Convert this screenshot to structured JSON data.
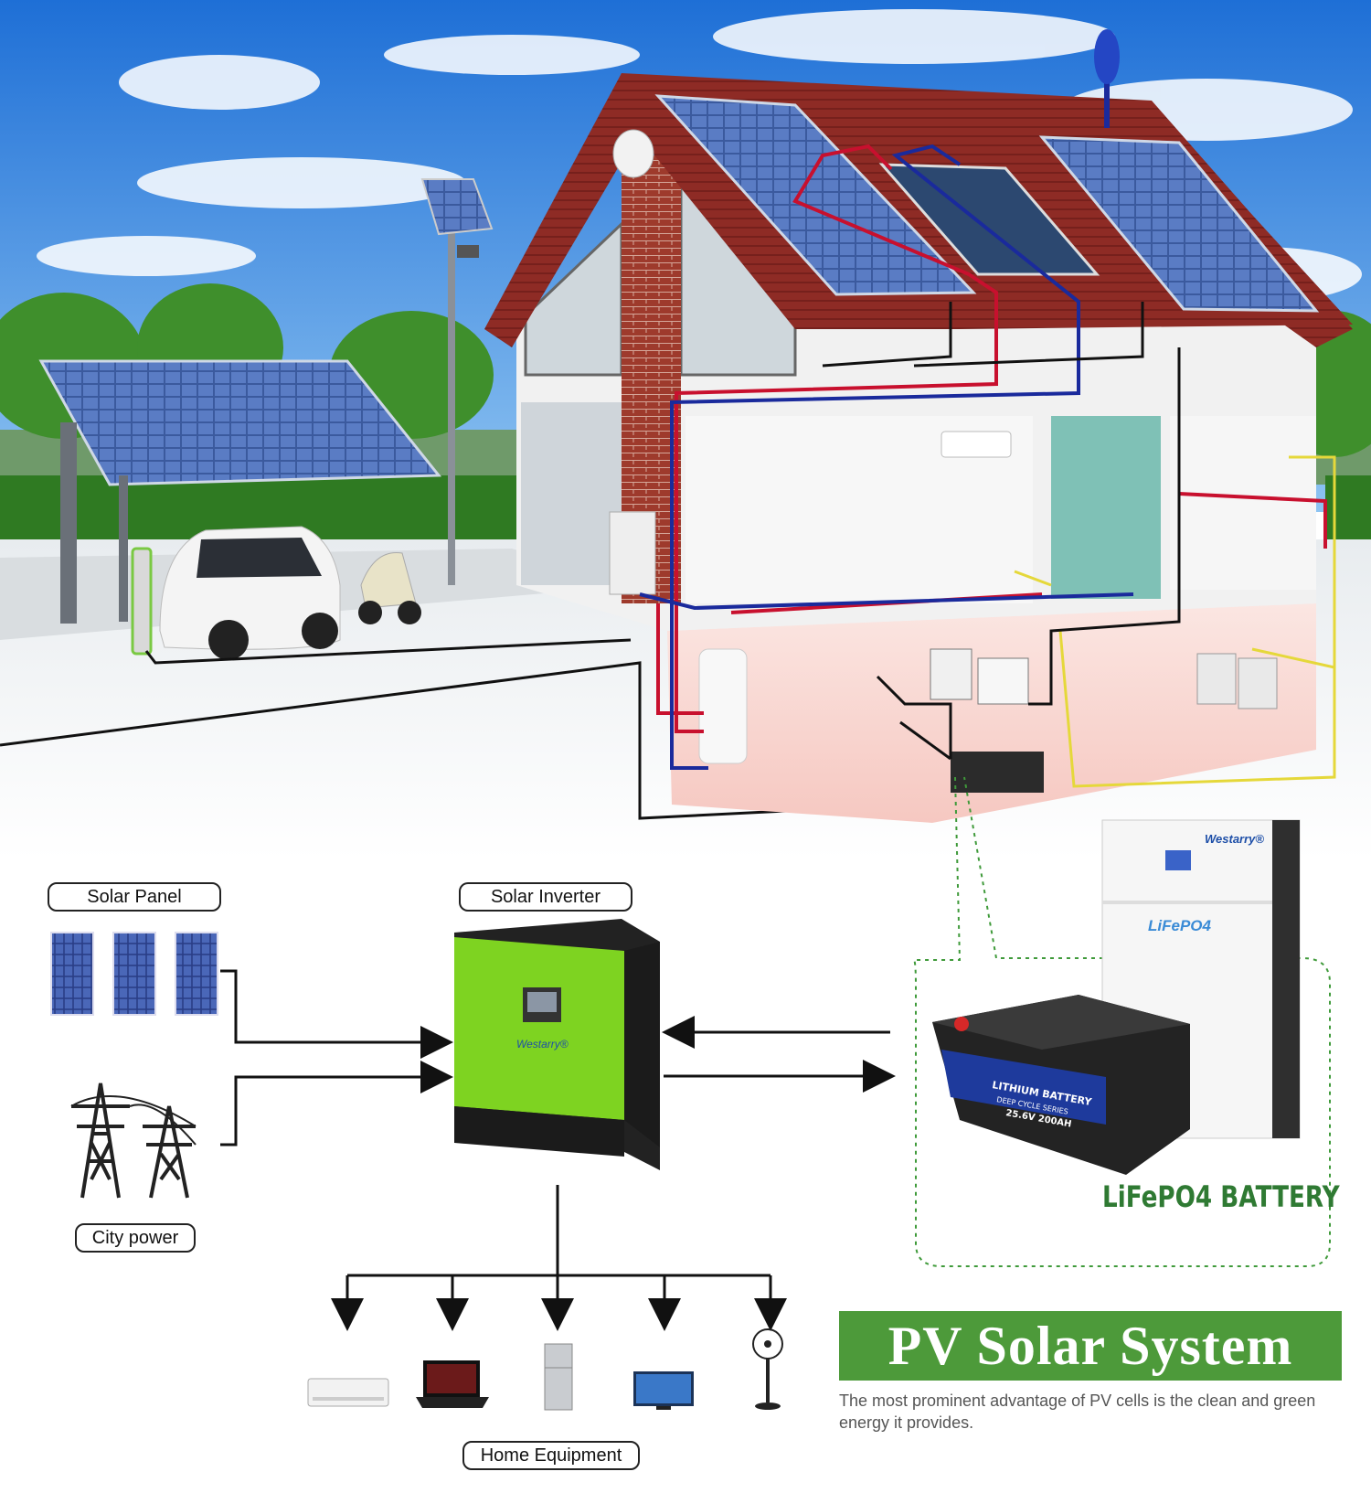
{
  "labels": {
    "solar_panel": "Solar Panel",
    "solar_inverter": "Solar Inverter",
    "city_power": "City power",
    "home_equipment": "Home Equipment"
  },
  "brand": {
    "name": "Westarry®",
    "battery_chem": "LiFePO4",
    "battery_caption": "LiFePO4 BATTERY",
    "battery_print_1": "LITHIUM BATTERY",
    "battery_print_2": "DEEP CYCLE SERIES",
    "battery_print_3": "25.6V 200AH"
  },
  "banner": {
    "title": "PV Solar System",
    "description": "The most prominent advantage of PV cells is the clean and green energy it provides."
  },
  "colors": {
    "inverter_green": "#7ed321",
    "banner_green": "#4d9a3a",
    "hot_pipe": "#c8102e",
    "cold_pipe": "#1a2a9c",
    "ac_wire": "#e5d83a",
    "dotted_link": "#3f9a3a"
  }
}
